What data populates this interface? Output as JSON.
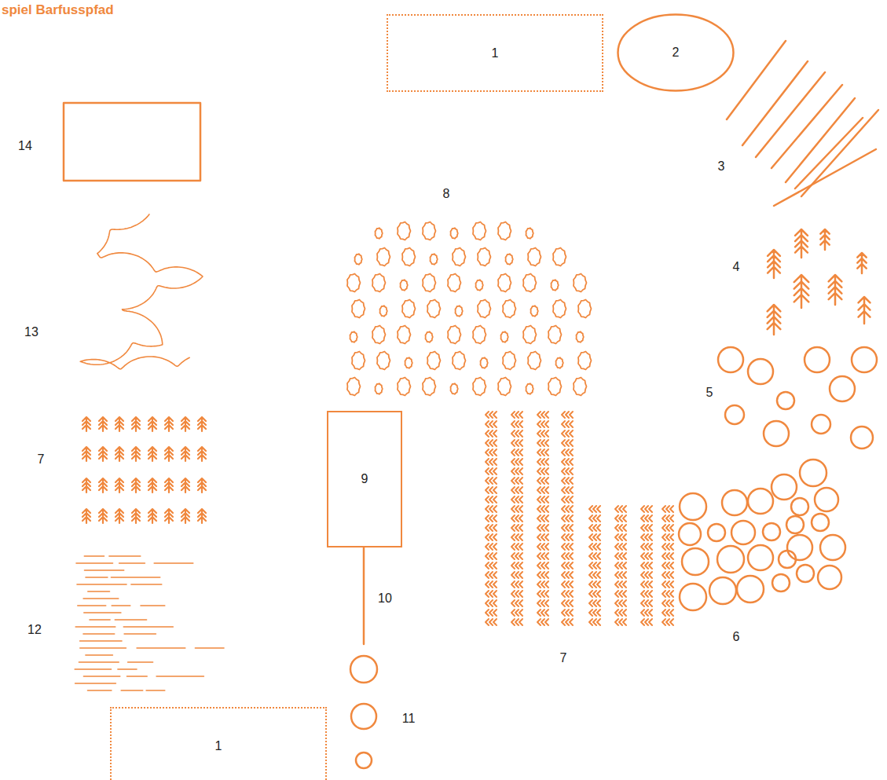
{
  "diagram": {
    "title": "spiel Barfusspfad",
    "nodes": [
      {
        "text": [
          "1"
        ]
      },
      {
        "text": [
          "2"
        ]
      },
      {
        "text": [
          "9"
        ]
      },
      {
        "text": [
          "1"
        ]
      }
    ],
    "labels": [
      "14",
      "8",
      "3",
      "4",
      "13",
      "5",
      "7",
      "6",
      "12",
      "10",
      "7",
      "11"
    ]
  }
}
